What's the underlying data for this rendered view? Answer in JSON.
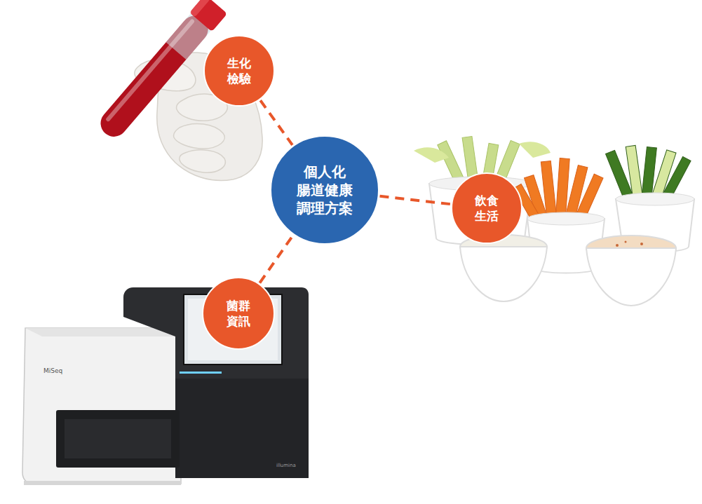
{
  "diagram": {
    "nodes": [
      {
        "text": [
          "生化 檢驗"
        ]
      },
      {
        "text": [
          "個人化 腸道健康 調理方案"
        ]
      },
      {
        "text": [
          "飲食 生活"
        ]
      },
      {
        "text": [
          "菌群 資訊"
        ]
      }
    ],
    "edges": [
      {
        "from": 0,
        "to": 1,
        "arrow": "none"
      },
      {
        "from": 1,
        "to": 2,
        "arrow": "none"
      },
      {
        "from": 3,
        "to": 1,
        "arrow": "none"
      }
    ],
    "labels": [
      "MiSeq",
      "illumina"
    ]
  }
}
